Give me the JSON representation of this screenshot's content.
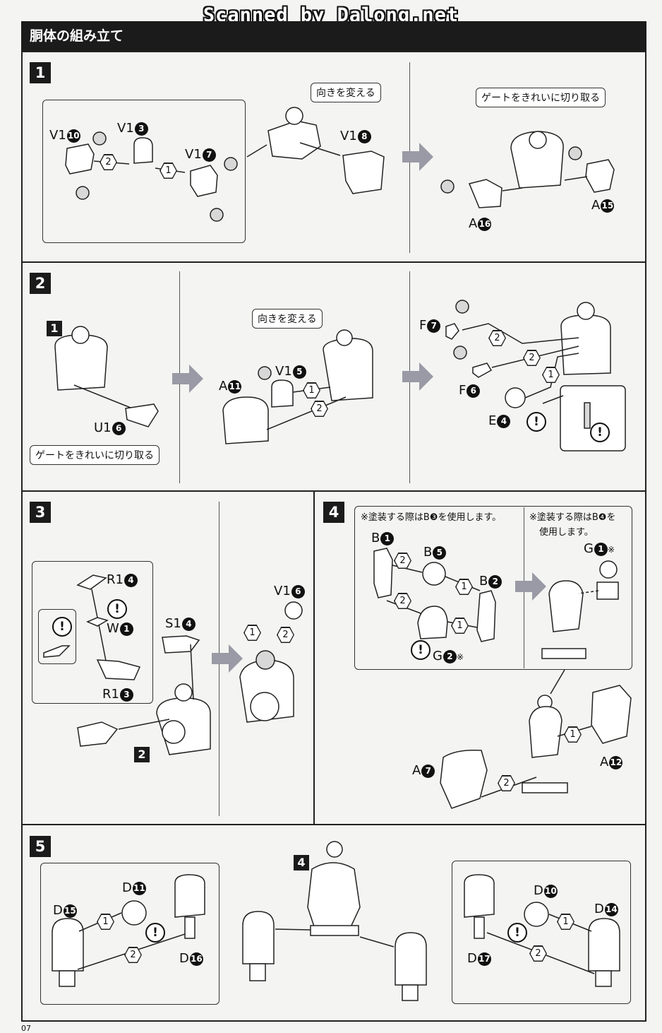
{
  "watermark": "Scanned by Dalong.net",
  "header": {
    "title": "胴体の組み立て"
  },
  "page_number": "07",
  "callouts": {
    "turn": "向きを変える",
    "gate": "ゲートをきれいに切り取る"
  },
  "steps": [
    "1",
    "2",
    "3",
    "4",
    "5"
  ],
  "substeps": [
    "1",
    "2",
    "4"
  ],
  "seq": [
    "1",
    "2"
  ],
  "step1": {
    "left": {
      "v1_10": "V1",
      "v1_3": "V1",
      "v1_7": "V1",
      "v1_8": "V1"
    },
    "right": {
      "a15": "A",
      "a16": "A"
    },
    "nums": {
      "n10": "10",
      "n3": "3",
      "n7": "7",
      "n8": "8",
      "n15": "15",
      "n16": "16"
    }
  },
  "step2": {
    "u16": "U1",
    "a11": "A",
    "v15": "V1",
    "f7": "F",
    "f6": "F",
    "e4": "E",
    "nums": {
      "n6": "6",
      "n11": "11",
      "n5": "5",
      "n7": "7",
      "n6b": "6",
      "n4": "4"
    }
  },
  "step3": {
    "r14": "R1",
    "w1": "W",
    "r13": "R1",
    "s14": "S1",
    "v16": "V1",
    "nums": {
      "n4": "4",
      "n1": "1",
      "n3": "3",
      "n4b": "4",
      "n6": "6"
    }
  },
  "step4": {
    "note_left": "※塗装する際はB❸を使用します。",
    "note_right_1": "※塗装する際はB❹を",
    "note_right_2": "使用します。",
    "b1": "B",
    "b5": "B",
    "b2": "B",
    "g2": "G",
    "g1": "G",
    "a7": "A",
    "a12": "A",
    "mark": "※",
    "nums": {
      "n1": "1",
      "n5": "5",
      "n2": "2",
      "n2b": "2",
      "n1b": "1",
      "n7": "7",
      "n12": "12"
    }
  },
  "step5": {
    "d11": "D",
    "d15": "D",
    "d16": "D",
    "d10": "D",
    "d14": "D",
    "d17": "D",
    "nums": {
      "n11": "11",
      "n15": "15",
      "n16": "16",
      "n10": "10",
      "n14": "14",
      "n17": "17"
    }
  },
  "warning_symbol": "!"
}
